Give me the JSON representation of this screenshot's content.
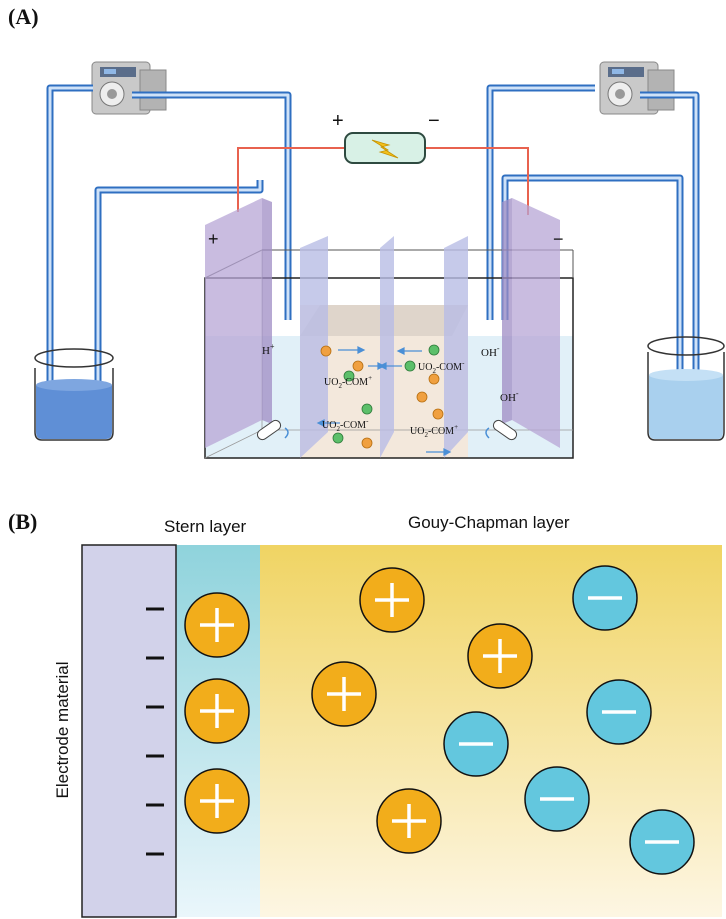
{
  "panel_a": {
    "label": "(A)",
    "power_plus": "+",
    "power_minus": "−",
    "anode_sign": "+",
    "cathode_sign": "−",
    "ions": {
      "h_plus": "H",
      "h_plus_sup": "+",
      "oh_left": "OH",
      "oh_left_sup": "-",
      "oh_right": "OH",
      "oh_right_sup": "-",
      "complex_pos_1": {
        "pre": "UO",
        "sub": "2",
        "post": "-COM",
        "sup": "+"
      },
      "complex_neg_1": {
        "pre": "UO",
        "sub": "2",
        "post": "-COM",
        "sup": "-"
      },
      "complex_neg_2": {
        "pre": "UO",
        "sub": "2",
        "post": "-COM",
        "sup": "-"
      },
      "complex_pos_2": {
        "pre": "UO",
        "sub": "2",
        "post": "-COM",
        "sup": "+"
      }
    },
    "colors": {
      "tube": "#2f6fc1",
      "wire": "#e8624f",
      "electrode": "#b7a6d6",
      "membrane": "#b9bde6",
      "left_beaker_liquid": "#5f8fd6",
      "right_beaker_liquid": "#a9d0ee",
      "center_chamber": "#f3e8dc",
      "cation": "#f0a040",
      "anion": "#5cbf6a"
    }
  },
  "panel_b": {
    "label": "(B)",
    "stern_label": "Stern layer",
    "gouy_label": "Gouy-Chapman layer",
    "electrode_label": "Electrode material",
    "cation_symbol": "+",
    "anion_symbol": "−",
    "colors": {
      "electrode": "#d2d2ea",
      "stern_top": "#8fd3dc",
      "stern_bottom": "#eaf6fb",
      "gouy_top": "#f0d463",
      "gouy_bottom": "#fdf6e3",
      "cation": "#f2ad1b",
      "anion": "#63c7de"
    }
  }
}
